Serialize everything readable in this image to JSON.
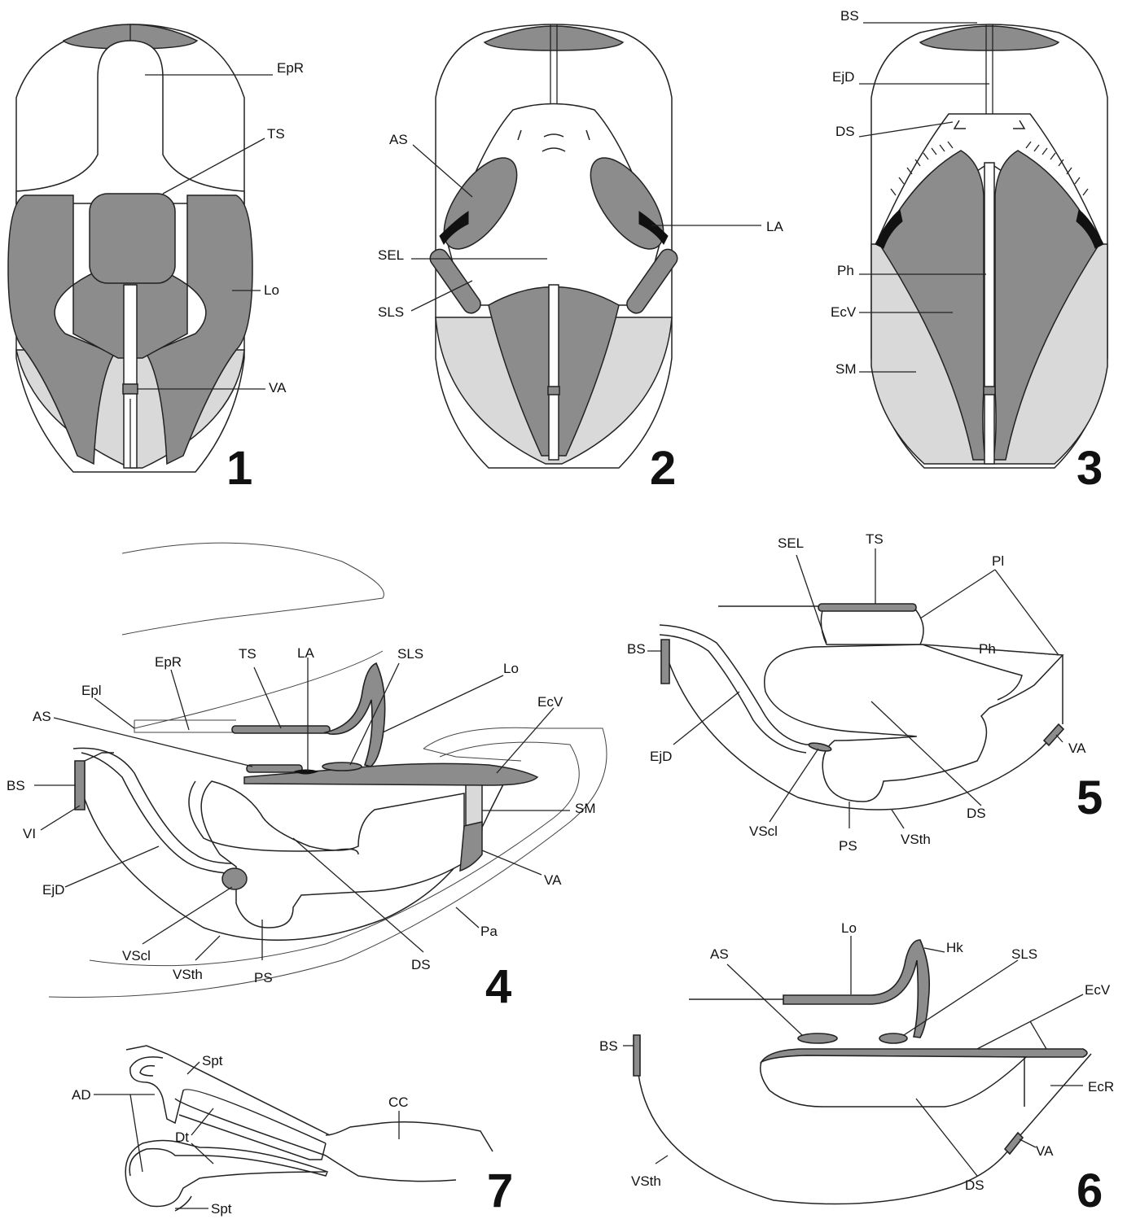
{
  "figure_numbers": {
    "f1": "1",
    "f2": "2",
    "f3": "3",
    "f4": "4",
    "f5": "5",
    "f6": "6",
    "f7": "7"
  },
  "fig1": {
    "EpR": "EpR",
    "TS": "TS",
    "Lo": "Lo",
    "VA": "VA"
  },
  "fig2": {
    "AS": "AS",
    "SEL": "SEL",
    "SLS": "SLS",
    "LA": "LA"
  },
  "fig3": {
    "BS": "BS",
    "EjD": "EjD",
    "DS": "DS",
    "Ph": "Ph",
    "EcV": "EcV",
    "SM": "SM"
  },
  "fig4": {
    "EpR": "EpR",
    "TS": "TS",
    "LA": "LA",
    "SLS": "SLS",
    "Lo": "Lo",
    "Epl": "Epl",
    "AS": "AS",
    "EcV": "EcV",
    "BS": "BS",
    "VI": "VI",
    "SM": "SM",
    "EjD": "EjD",
    "VA": "VA",
    "VScl": "VScl",
    "VSth": "VSth",
    "PS": "PS",
    "DS": "DS",
    "Pa": "Pa"
  },
  "fig5": {
    "SEL": "SEL",
    "TS": "TS",
    "Pl": "Pl",
    "BS": "BS",
    "Ph": "Ph",
    "EjD": "EjD",
    "VA": "VA",
    "VScl": "VScl",
    "DS": "DS",
    "PS": "PS",
    "VSth": "VSth"
  },
  "fig6": {
    "Lo": "Lo",
    "Hk": "Hk",
    "AS": "AS",
    "SLS": "SLS",
    "EcV": "EcV",
    "BS": "BS",
    "EcR": "EcR",
    "VA": "VA",
    "VSth": "VSth",
    "DS": "DS"
  },
  "fig7": {
    "Spt_top": "Spt",
    "AD": "AD",
    "CC": "CC",
    "Dt": "Dt",
    "Spt_bottom": "Spt"
  },
  "colors": {
    "dark_sclerite": "#8c8c8c",
    "light_membrane": "#d9d9d9",
    "line": "#222222"
  }
}
